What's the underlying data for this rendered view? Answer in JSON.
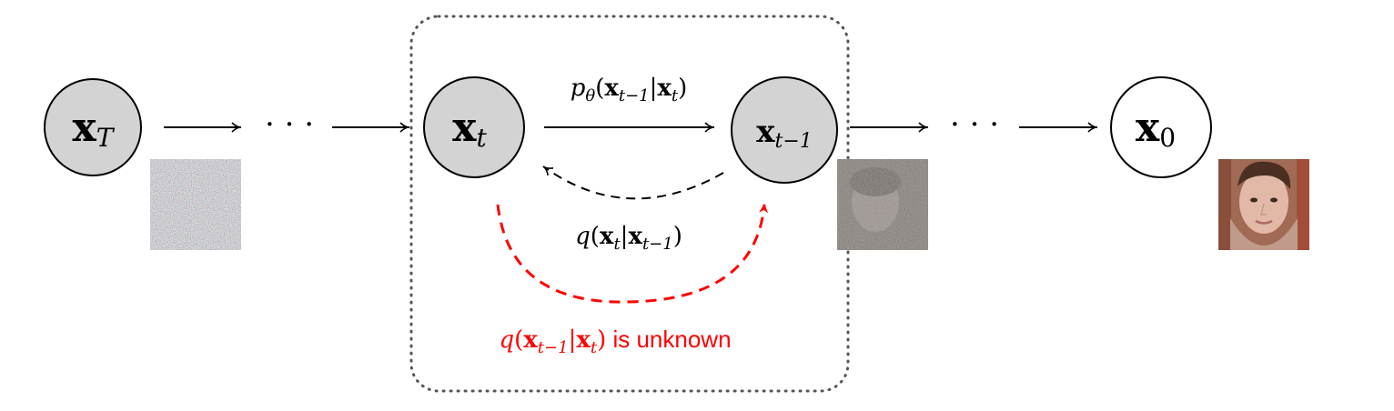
{
  "nodes": {
    "xT": {
      "var": "x",
      "sub": "T"
    },
    "xt": {
      "var": "x",
      "sub": "t"
    },
    "xt1": {
      "var": "x",
      "sub": "t−1"
    },
    "x0": {
      "var": "x",
      "sub": "0"
    }
  },
  "ellipsis": "· · ·",
  "labels": {
    "reverse": {
      "p": "p",
      "theta": "θ",
      "open": "(",
      "x1": "x",
      "s1": "t−1",
      "bar": "|",
      "x2": "x",
      "s2": "t",
      "close": ")"
    },
    "forward": {
      "q": "q",
      "open": "(",
      "x1": "x",
      "s1": "t",
      "bar": "|",
      "x2": "x",
      "s2": "t−1",
      "close": ")"
    },
    "unknown": {
      "q": "q",
      "open": "(",
      "x1": "x",
      "s1": "t−1",
      "bar": "|",
      "x2": "x",
      "s2": "t",
      "close": ")",
      "suffix": " is unknown"
    }
  },
  "images": {
    "noise_full": "pure-noise-thumbnail",
    "noise_partial": "noisy-face-thumbnail",
    "clean_face": "clean-face-thumbnail"
  },
  "colors": {
    "node_fill_gray": "#d3d3d3",
    "node_fill_white": "#ffffff",
    "stroke": "#000000",
    "unknown_red": "#ff0000",
    "dotted_box": "#555555"
  }
}
